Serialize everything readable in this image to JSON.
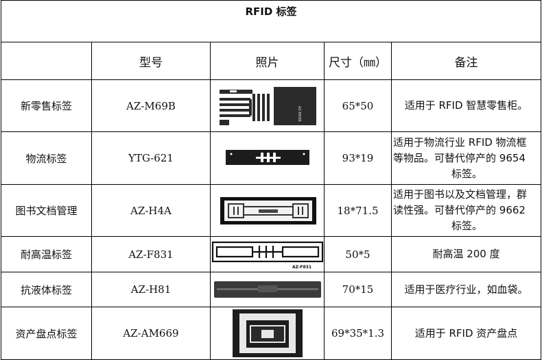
{
  "title": "RFID 标签",
  "headers": {
    "name": "",
    "model": "型号",
    "photo": "照片",
    "size": "尺寸（㎜）",
    "note": "备注"
  },
  "rows": [
    {
      "name": "新零售标签",
      "model": "AZ-M69B",
      "photo_icon": "rfid-retail-tag-image",
      "photo_labels": [
        "AZ-M69B"
      ],
      "size": "65*50",
      "note_lines": [
        "适用于 RFID 智慧零售柜。"
      ]
    },
    {
      "name": "物流标签",
      "model": "YTG-621",
      "photo_icon": "rfid-logistics-tag-image",
      "photo_labels": [],
      "size": "93*19",
      "note_lines": [
        "适用于物流行业 RFID 物流框",
        "等物品。可替代停产的 9654",
        "标签。"
      ]
    },
    {
      "name": "图书文档管理",
      "model": "AZ-H4A",
      "photo_icon": "rfid-library-tag-image",
      "photo_labels": [],
      "size": "18*71.5",
      "note_lines": [
        "适用于图书以及文档管理，群",
        "读性强。可替代停产的 9662",
        "标签。"
      ]
    },
    {
      "name": "耐高温标签",
      "model": "AZ-F831",
      "photo_icon": "rfid-high-temp-tag-image",
      "photo_labels": [
        "AZ-F831"
      ],
      "size": "50*5",
      "note_lines": [
        "耐高温 200 度"
      ]
    },
    {
      "name": "抗液体标签",
      "model": "AZ-H81",
      "photo_icon": "rfid-liquid-resistant-tag-image",
      "photo_labels": [],
      "size": "70*15",
      "note_lines": [
        "适用于医疗行业，如血袋。"
      ]
    },
    {
      "name": "资产盘点标签",
      "model": "AZ-AM669",
      "photo_icon": "rfid-asset-tag-image",
      "photo_labels": [],
      "size": "69*35*1.3",
      "note_lines": [
        "适用于 RFID 资产盘点"
      ]
    }
  ]
}
